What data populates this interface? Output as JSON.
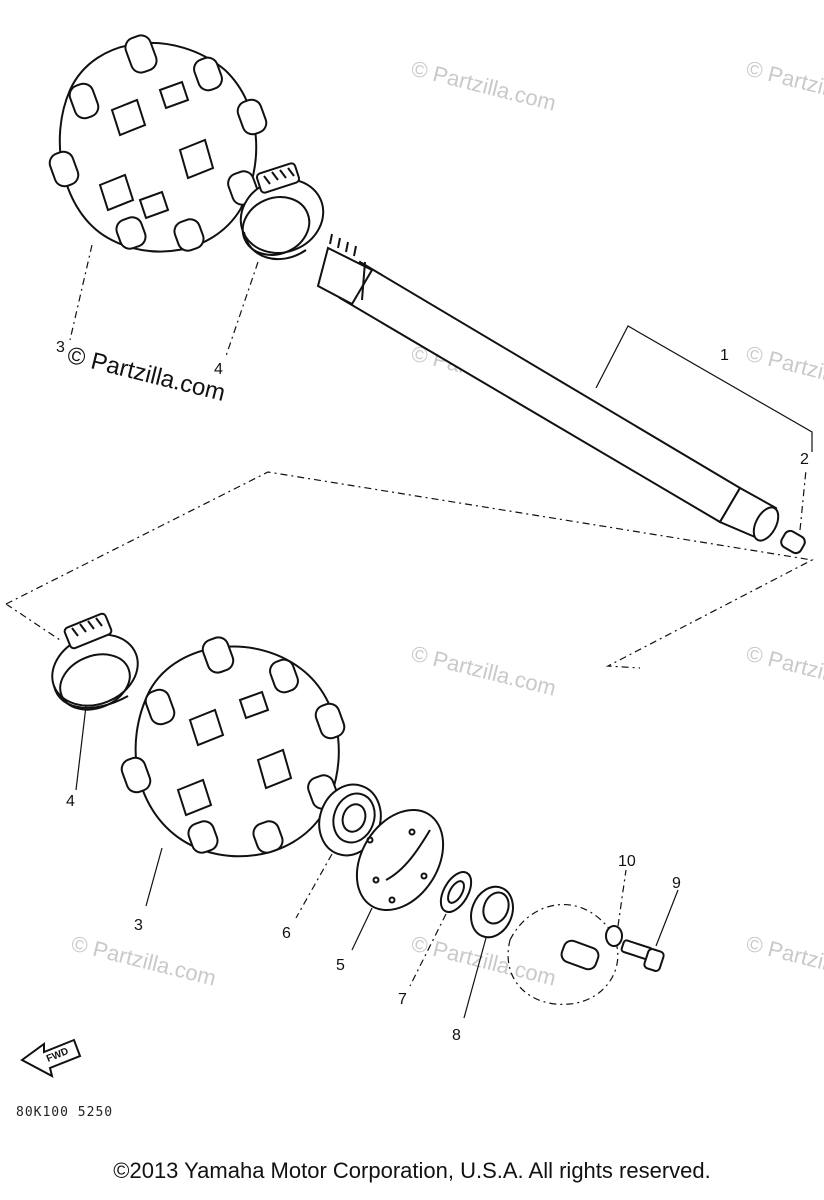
{
  "callouts": {
    "c1": "1",
    "c2": "2",
    "c3a": "3",
    "c4a": "4",
    "c4b": "4",
    "c3b": "3",
    "c5": "5",
    "c6": "6",
    "c7": "7",
    "c8": "8",
    "c9": "9",
    "c10": "10"
  },
  "watermark": "© Partzilla.com",
  "part_code": "80K100 5250",
  "fwd_label": "FWD",
  "copyright": "©2013  Yamaha Motor Corporation, U.S.A. All rights reserved.",
  "colors": {
    "ink": "#111111",
    "watermark": "#c9c9c9"
  }
}
